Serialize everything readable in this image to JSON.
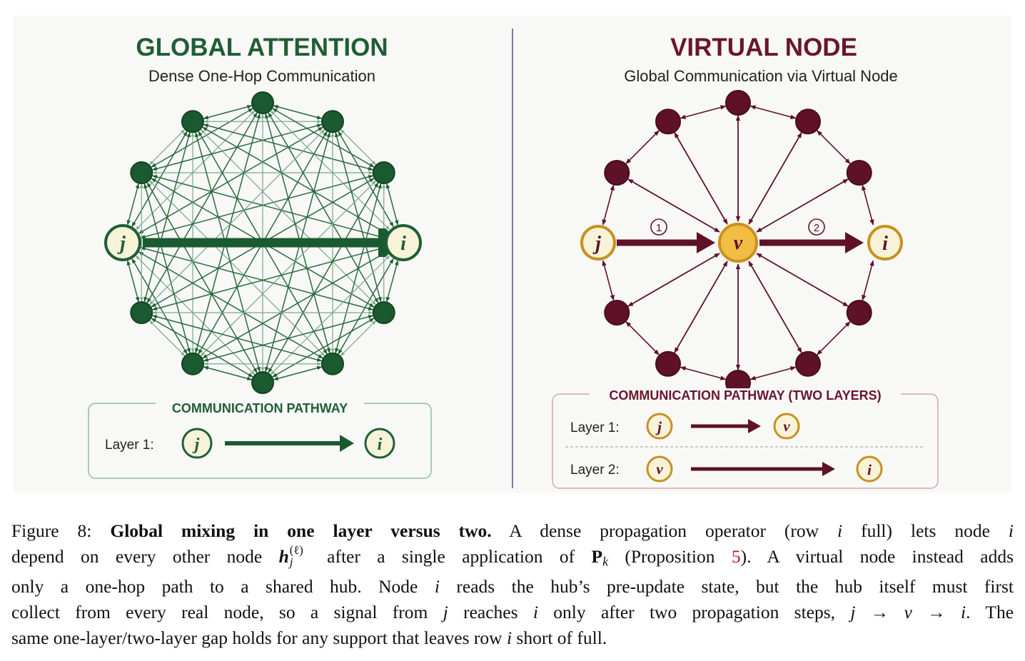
{
  "left_panel": {
    "title": "GLOBAL ATTENTION",
    "subtitle": "Dense One-Hop Communication",
    "source_label": "j",
    "target_label": "i",
    "pathway": {
      "header": "COMMUNICATION PATHWAY",
      "layer_label": "Layer 1:",
      "from": "j",
      "to": "i"
    }
  },
  "right_panel": {
    "title": "VIRTUAL NODE",
    "subtitle": "Global Communication via Virtual Node",
    "source_label": "j",
    "hub_label": "v",
    "target_label": "i",
    "step1": "1",
    "step2": "2",
    "pathway": {
      "header": "COMMUNICATION PATHWAY (TWO LAYERS)",
      "layer1_label": "Layer 1:",
      "layer1_from": "j",
      "layer1_to": "v",
      "layer2_label": "Layer 2:",
      "layer2_from": "v",
      "layer2_to": "i"
    }
  },
  "colors": {
    "green": "#1f5e34",
    "green_dark": "#154a27",
    "maroon": "#5e1129",
    "maroon_title": "#6a1530",
    "gold": "#f1bd45",
    "gold_border": "#c8901f",
    "cream": "#f7f3d9",
    "divider": "#7e7aa6"
  },
  "caption": {
    "label": "Figure 8:",
    "bold": "Global mixing in one layer versus two.",
    "t1": "A dense propagation operator (row",
    "i1": "i",
    "t2": "full) lets node",
    "i2": "i",
    "t3": "depend on every other node",
    "h_symbol": "h",
    "h_sup": "(ℓ)",
    "h_sub": "j",
    "t4": "after a single application of",
    "p_symbol": "P",
    "p_sub": "k",
    "t5": "(Proposition",
    "ref": "5",
    "t6": "). A virtual node instead adds",
    "t7": "only a one-hop path to a shared hub. Node",
    "i3": "i",
    "t8": "reads the hub’s pre-update state, but the hub itself must first",
    "t9": "collect from every real node, so a signal from",
    "j1": "j",
    "t10": "reaches",
    "i4": "i",
    "t11": "only after two propagation steps,",
    "path": "j → v → i",
    "t12": ". The",
    "t13": "same one-layer/two-layer gap holds for any support that leaves row",
    "i5": "i",
    "t14": "short of full."
  }
}
